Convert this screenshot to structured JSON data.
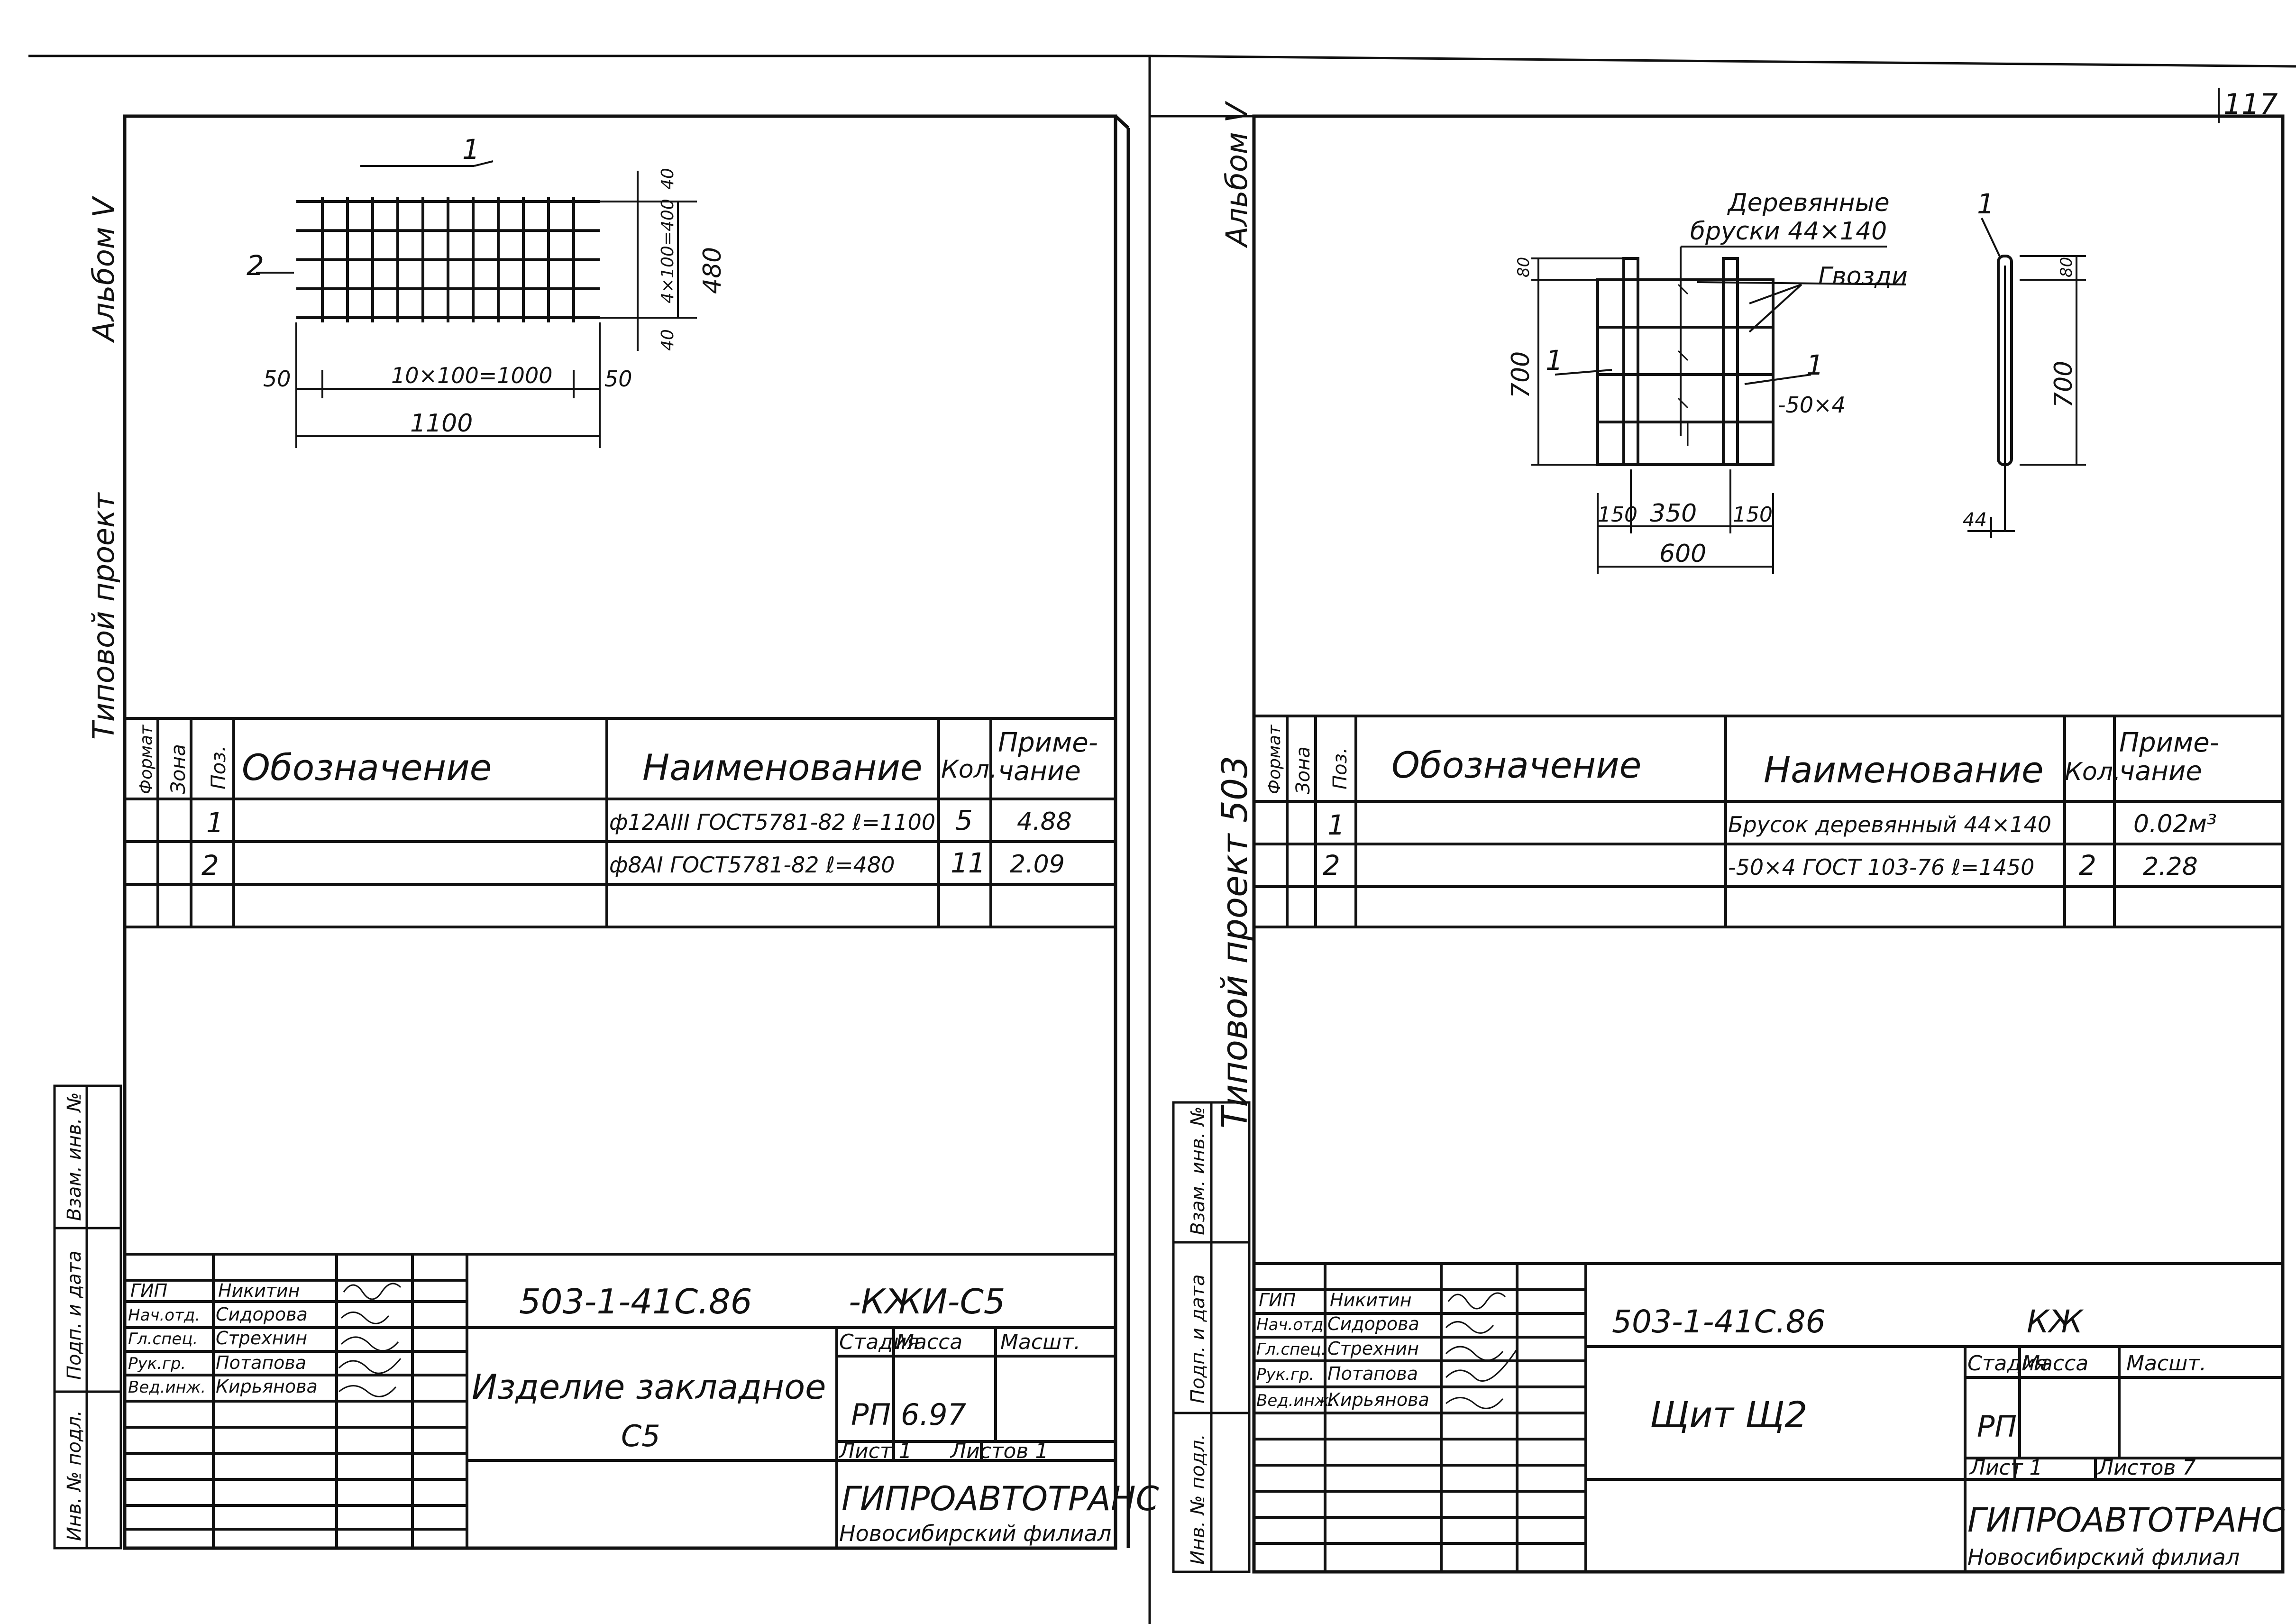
{
  "sheet_number": "117",
  "sheets": [
    {
      "margin_labels": [
        "Альбом V",
        "Типовой проект"
      ],
      "side_stamps": [
        "Взам. инв. №",
        "Подп. и дата",
        "Инв. № подл."
      ],
      "drawing": {
        "pos1": "1",
        "pos2": "2",
        "dim_50_left": "50",
        "dim_spacing": "10×100=1000",
        "dim_50_right": "50",
        "dim_total": "1100",
        "dim_40_top": "40",
        "dim_inner": "4×100=400",
        "dim_40_bottom": "40",
        "dim_height": "480"
      },
      "spec": {
        "headers": [
          "Формат",
          "Зона",
          "Поз.",
          "Обозначение",
          "Наименование",
          "Кол.",
          "Приме-\nчание"
        ],
        "rows": [
          {
            "pos": "1",
            "name": "ф12AIII ГОСТ5781-82 ℓ=1100",
            "qty": "5",
            "note": "4.88"
          },
          {
            "pos": "2",
            "name": "ф8AI ГОСТ5781-82 ℓ=480",
            "qty": "11",
            "note": "2.09"
          }
        ]
      },
      "title_block": {
        "code": "503-1-41С.86",
        "mark": "-КЖИ-С5",
        "title_line1": "Изделие закладное",
        "title_line2": "С5",
        "roles": [
          "ГИП",
          "Нач.отд.",
          "Гл.спец.",
          "Рук.гр.",
          "Вед.инж."
        ],
        "names": [
          "Никитин",
          "Сидорова",
          "Стрехнин",
          "Потапова",
          "Кирьянова"
        ],
        "stage_header": "Стадия",
        "mass_header": "Масса",
        "scale_header": "Масшт.",
        "stage": "РП",
        "mass": "6.97",
        "sheet_label": "Лист 1",
        "sheets_label": "Листов 1",
        "org": "ГИПРОАВТОТРАНС",
        "branch": "Новосибирский филиал"
      }
    },
    {
      "margin_labels": [
        "Альбом V",
        "Типовой проект 503"
      ],
      "side_stamps": [
        "Взам. инв. №",
        "Подп. и дата",
        "Инв. № подл."
      ],
      "drawing": {
        "label_boards_1": "Деревянные",
        "label_boards_2": "бруски 44×140",
        "label_nails": "Гвозди",
        "pos1_left": "1",
        "pos1_strip": "1",
        "strip_size": "-50×4",
        "pos1_side": "1",
        "dim_80": "80",
        "dim_700": "700",
        "dim_150a": "150",
        "dim_350": "350",
        "dim_150b": "150",
        "dim_600": "600",
        "dim_80_side": "80",
        "dim_700_side": "700",
        "dim_44": "44"
      },
      "spec": {
        "headers": [
          "Формат",
          "Зона",
          "Поз.",
          "Обозначение",
          "Наименование",
          "Кол.",
          "Приме-\nчание"
        ],
        "rows": [
          {
            "pos": "1",
            "name": "Брусок деревянный 44×140",
            "qty": "",
            "note": "0.02м³"
          },
          {
            "pos": "2",
            "name": "-50×4 ГОСТ 103-76 ℓ=1450",
            "qty": "2",
            "note": "2.28"
          }
        ]
      },
      "title_block": {
        "code": "503-1-41С.86",
        "mark": "КЖ",
        "title_line1": "Щит Щ2",
        "roles": [
          "ГИП",
          "Нач.отд.",
          "Гл.спец.",
          "Рук.гр.",
          "Вед.инж."
        ],
        "names": [
          "Никитин",
          "Сидорова",
          "Стрехнин",
          "Потапова",
          "Кирьянова"
        ],
        "stage_header": "Стадия",
        "mass_header": "Масса",
        "scale_header": "Масшт.",
        "stage": "РП",
        "mass": "",
        "sheet_label": "Лист 1",
        "sheets_label": "Листов 7",
        "org": "ГИПРОАВТОТРАНС",
        "branch": "Новосибирский филиал"
      }
    }
  ]
}
